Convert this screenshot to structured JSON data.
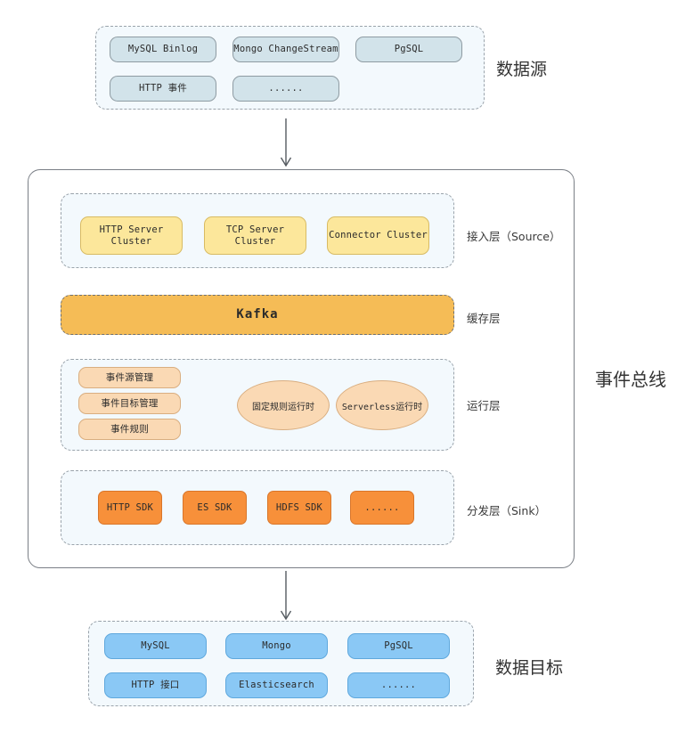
{
  "diagram": {
    "title_sections": {
      "data_source": "数据源",
      "event_bus": "事件总线",
      "data_target": "数据目标"
    },
    "colors": {
      "source_chip": "#d2e3ea",
      "access_chip": "#fce79b",
      "kafka_bar": "#f5bc56",
      "runtime_chip": "#fad9b4",
      "sink_chip": "#f7903a",
      "target_chip": "#8ac8f5",
      "panel_bg": "#f3f9fd",
      "panel_border": "#9aa3ab"
    }
  },
  "data_source": {
    "label": "数据源",
    "row1": [
      {
        "text": "MySQL Binlog"
      },
      {
        "text": "Mongo ChangeStream"
      },
      {
        "text": "PgSQL"
      }
    ],
    "row2": [
      {
        "text": "HTTP 事件"
      },
      {
        "text": "......"
      }
    ]
  },
  "event_bus": {
    "label": "事件总线",
    "layers": [
      {
        "name": "source",
        "label": "接入层（Source）",
        "nodes": [
          {
            "text": "HTTP Server Cluster"
          },
          {
            "text": "TCP Server Cluster"
          },
          {
            "text": "Connector Cluster"
          }
        ]
      },
      {
        "name": "cache",
        "label": "缓存层",
        "nodes": [
          {
            "text": "Kafka"
          }
        ]
      },
      {
        "name": "runtime",
        "label": "运行层",
        "stack": [
          {
            "text": "事件源管理"
          },
          {
            "text": "事件目标管理"
          },
          {
            "text": "事件规则"
          }
        ],
        "ellipses": [
          {
            "text": "固定规则运行时"
          },
          {
            "text": "Serverless运行时"
          }
        ]
      },
      {
        "name": "sink",
        "label": "分发层（Sink）",
        "nodes": [
          {
            "text": "HTTP SDK"
          },
          {
            "text": "ES SDK"
          },
          {
            "text": "HDFS SDK"
          },
          {
            "text": "......"
          }
        ]
      }
    ]
  },
  "data_target": {
    "label": "数据目标",
    "row1": [
      {
        "text": "MySQL"
      },
      {
        "text": "Mongo"
      },
      {
        "text": "PgSQL"
      }
    ],
    "row2": [
      {
        "text": "HTTP 接口"
      },
      {
        "text": "Elasticsearch"
      },
      {
        "text": "......"
      }
    ]
  },
  "arrows": [
    {
      "name": "source-to-bus",
      "direction": "down"
    },
    {
      "name": "bus-to-target",
      "direction": "down"
    }
  ]
}
